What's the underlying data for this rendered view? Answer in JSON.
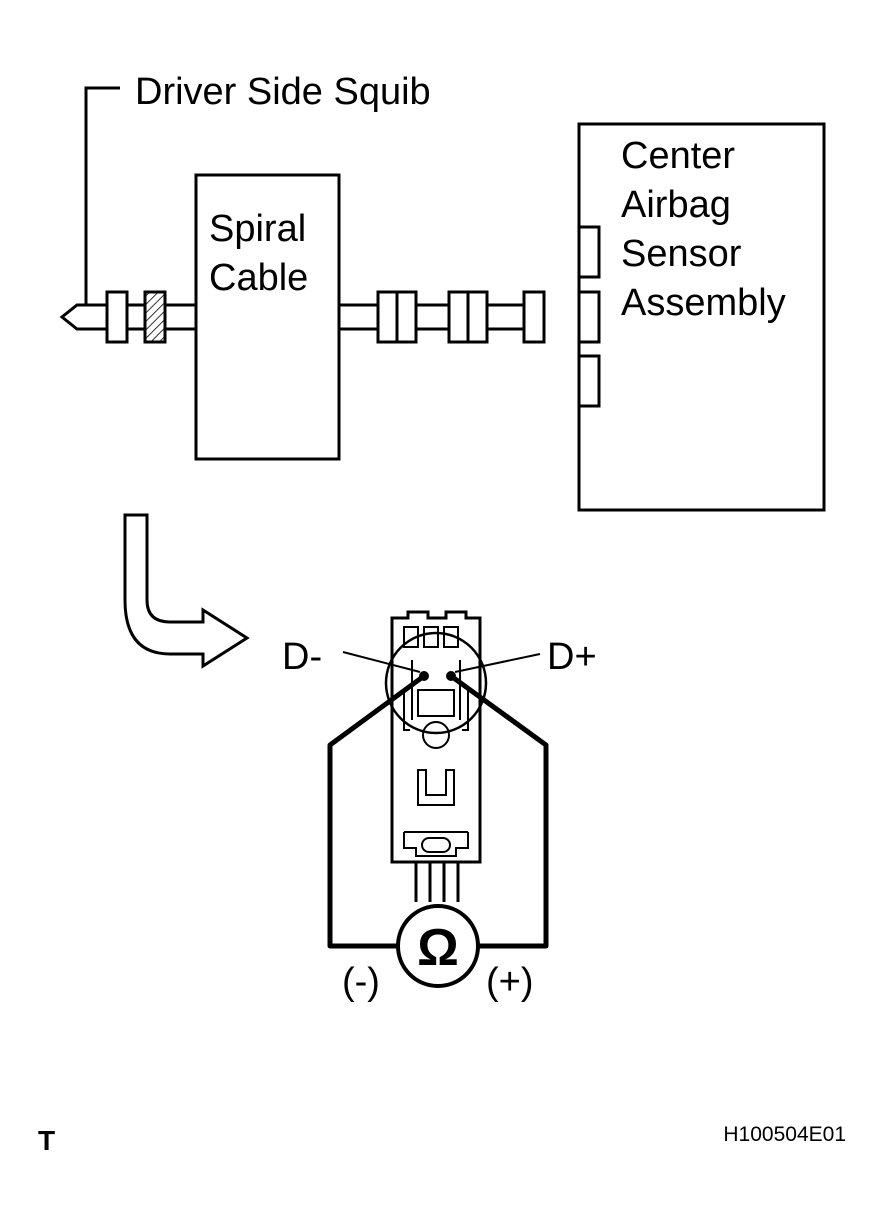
{
  "labels": {
    "driver_side_squib": "Driver Side Squib",
    "spiral_cable_line1": "Spiral",
    "spiral_cable_line2": "Cable",
    "center_airbag_line1": "Center",
    "center_airbag_line2": "Airbag",
    "center_airbag_line3": "Sensor",
    "center_airbag_line4": "Assembly",
    "terminal_minus": "D-",
    "terminal_plus": "D+",
    "ohmmeter_symbol": "Ω",
    "probe_negative": "(-)",
    "probe_positive": "(+)",
    "corner_mark": "T",
    "figure_code": "H100504E01"
  },
  "colors": {
    "line": "#000000",
    "background": "#ffffff"
  }
}
